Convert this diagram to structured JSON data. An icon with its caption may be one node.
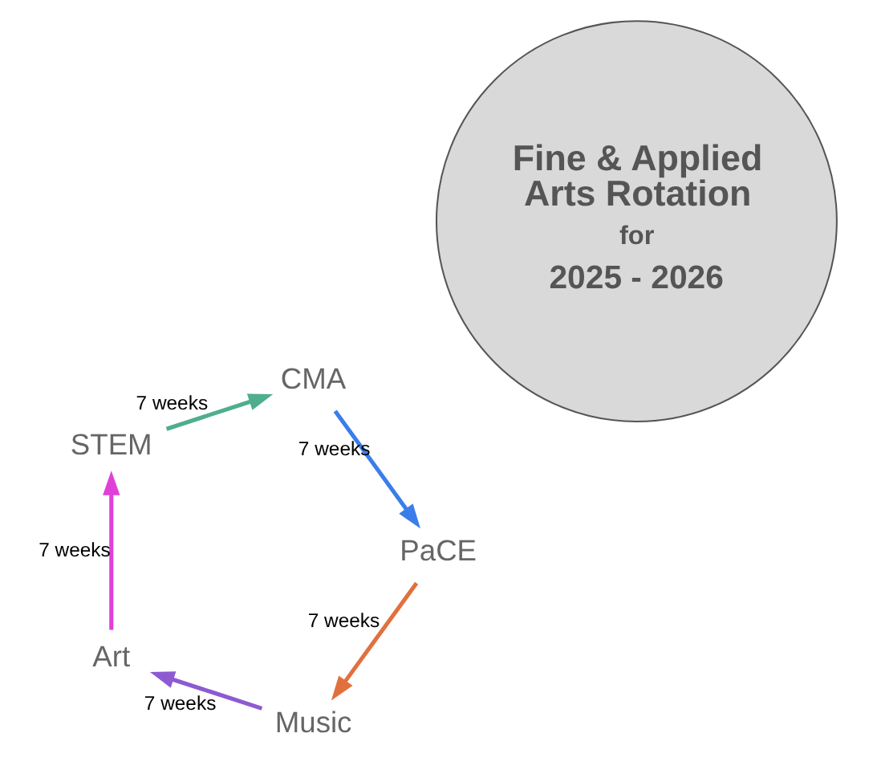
{
  "diagram": {
    "nodes": [
      {
        "text": [
          "Fine & Applied Arts Rotation",
          "for",
          "2025 - 2026"
        ]
      },
      {
        "text": [
          "Music"
        ]
      },
      {
        "text": [
          "Art"
        ]
      },
      {
        "text": [
          "STEM"
        ]
      },
      {
        "text": [
          "CMA"
        ]
      },
      {
        "text": [
          "PaCE"
        ]
      }
    ],
    "edges": [
      {
        "from": 5,
        "to": 1,
        "arrow": "to",
        "label": "7 weeks",
        "color": "#e0713f"
      },
      {
        "from": 1,
        "to": 2,
        "arrow": "to",
        "label": "7 weeks",
        "color": "#8c5bd1"
      },
      {
        "from": 2,
        "to": 3,
        "arrow": "to",
        "label": "7 weeks",
        "color": "#e040d8"
      },
      {
        "from": 3,
        "to": 4,
        "arrow": "to",
        "label": "7 weeks",
        "color": "#4fae8c"
      },
      {
        "from": 4,
        "to": 5,
        "arrow": "to",
        "label": "7 weeks",
        "color": "#3b7de9"
      }
    ]
  }
}
